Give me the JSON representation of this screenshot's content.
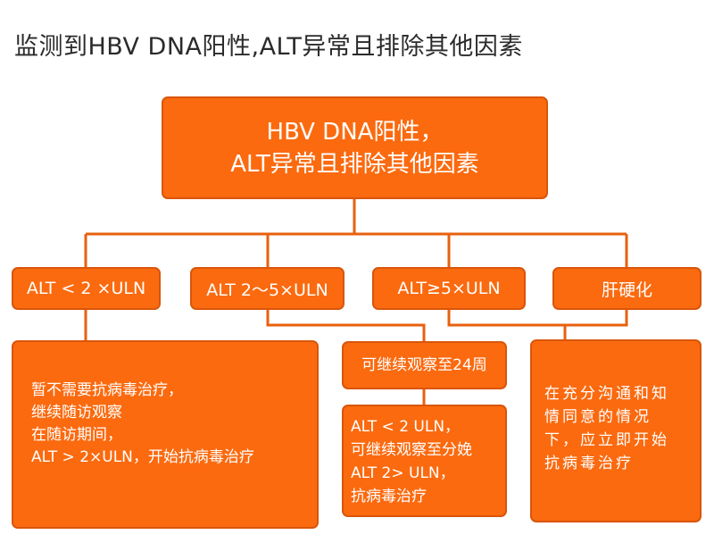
{
  "title": "监测到HBV DNA阳性,ALT异常且排除其他因素",
  "root": {
    "line1": "HBV DNA阳性，",
    "line2": "ALT异常且排除其他因素"
  },
  "categories": [
    "ALT < 2 ×ULN",
    "ALT 2～5×ULN",
    "ALT≥5×ULN",
    "肝硬化"
  ],
  "recommendations": {
    "low": [
      "暂不需要抗病毒治疗，",
      "继续随访观察",
      "在随访期间，",
      "ALT > 2×ULN，开始抗病毒治疗"
    ],
    "moderate_observe": "可继续观察至24周",
    "moderate_followup": [
      "ALT < 2 ULN，",
      "可继续观察至分娩",
      "ALT 2> ULN，",
      "抗病毒治疗"
    ],
    "cirrhosis": [
      "在充分沟通和知",
      "情同意的情况",
      "下，应立即开始",
      "抗病毒治疗"
    ]
  },
  "colors": {
    "box_fill": "#fb6a0f",
    "connector": "#e8600e",
    "title_text": "#2b2b2b"
  }
}
